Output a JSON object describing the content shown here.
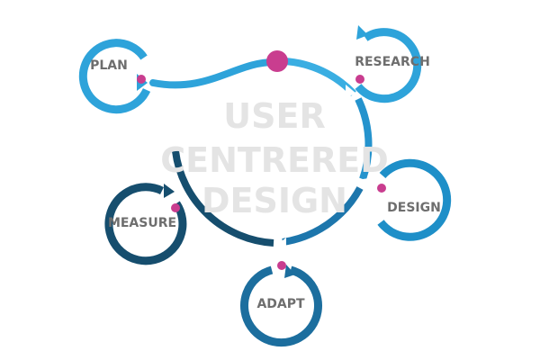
{
  "diagram": {
    "center_lines": [
      "USER",
      "CENTRERED",
      "DESIGN"
    ],
    "nodes": [
      {
        "id": "plan",
        "label": "PLAN",
        "color": "#2ea3da"
      },
      {
        "id": "research",
        "label": "RESEARCH",
        "color": "#2ea3da"
      },
      {
        "id": "design",
        "label": "DESIGN",
        "color": "#1e8fc8"
      },
      {
        "id": "adapt",
        "label": "ADAPT",
        "color": "#1c6e9e"
      },
      {
        "id": "measure",
        "label": "MEASURE",
        "color": "#164e6e"
      }
    ],
    "colors": {
      "dot": "#c93d8f",
      "plan_arc": "#2ea3da",
      "research_arc": "#3aaee2",
      "design_arc": "#2593cd",
      "adapt_arc": "#1d76ac",
      "measure_arc": "#164e6e",
      "center_text": "#e4e4e4",
      "label_text": "#6e6e6e"
    }
  }
}
